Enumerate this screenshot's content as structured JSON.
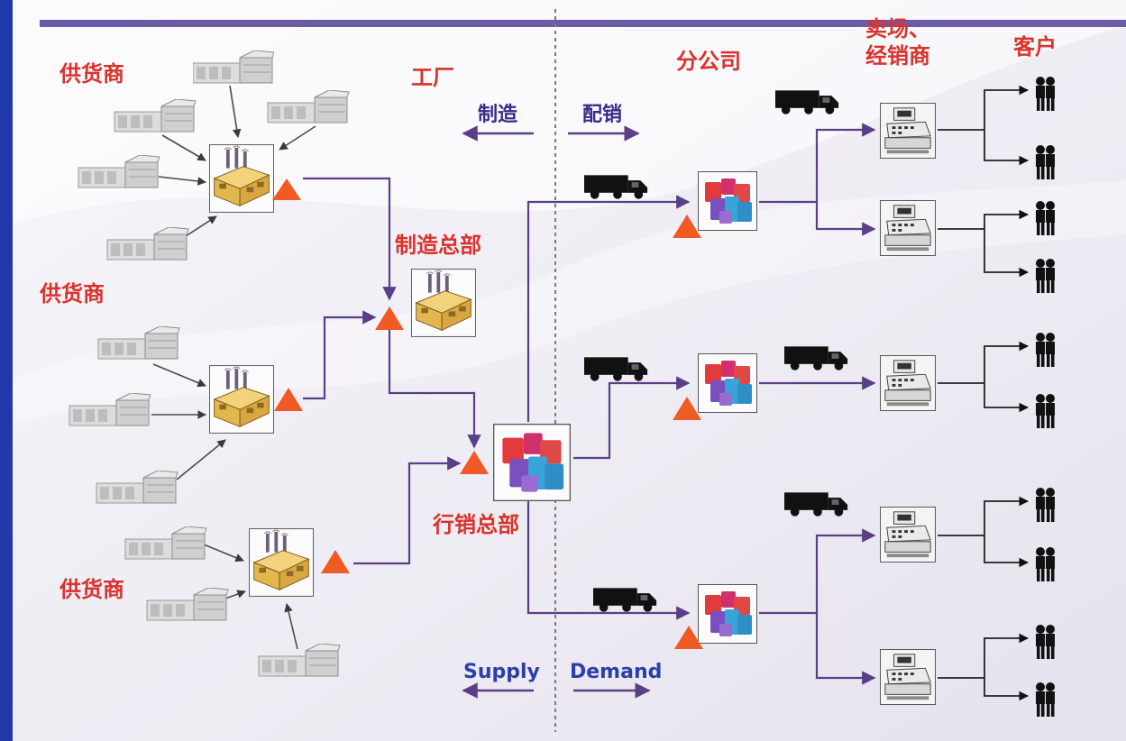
{
  "labels": {
    "suppliers_top": "供货商",
    "suppliers_mid": "供货商",
    "suppliers_bottom": "供货商",
    "factory": "工厂",
    "manufacturing": "制造",
    "distribution": "配销",
    "mfg_hq": "制造总部",
    "marketing_hq": "行销总部",
    "branch": "分公司",
    "retail_line1": "卖场、",
    "retail_line2": "经销商",
    "customer": "客户",
    "supply": "Supply",
    "demand": "Demand"
  },
  "colors": {
    "background": "#1f3aa8",
    "panel": "#f2f0f6",
    "accent_red": "#d8332c",
    "triangle": "#f05a24",
    "connector": "#5b3f86"
  },
  "icons": {
    "supplier": "warehouse-icon",
    "factory": "factory-icon",
    "hq": "inventory-boxes-icon",
    "truck": "truck-icon",
    "retail": "cash-register-icon",
    "customer": "person-icon",
    "inventory": "inventory-triangle-icon"
  }
}
